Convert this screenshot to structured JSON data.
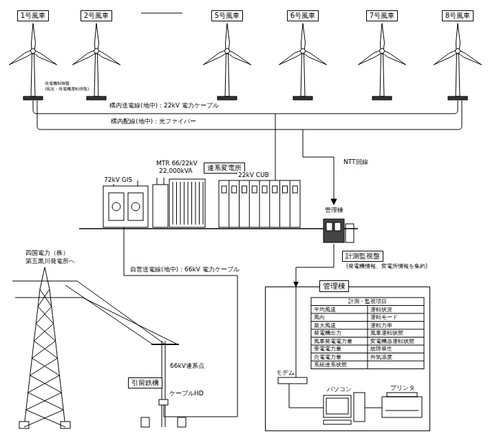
{
  "diagram": {
    "nodes": [
      {
        "text": [
          "1号風車"
        ]
      },
      {
        "text": [
          "2号風車"
        ]
      },
      {
        "text": [
          "5号風車"
        ]
      },
      {
        "text": [
          "6号風車"
        ]
      },
      {
        "text": [
          "7号風車"
        ]
      },
      {
        "text": [
          "8号風車"
        ]
      },
      {
        "text": [
          "連系変電所"
        ]
      },
      {
        "text": [
          "管理棟"
        ]
      },
      {
        "text": [
          "計測監視盤",
          "(発電機情報、変電所情報を集約)"
        ]
      },
      {
        "text": [
          "管理棟"
        ]
      },
      {
        "text": [
          "引留鉄構"
        ]
      }
    ],
    "edges": [
      {
        "from": 7,
        "to": 9,
        "arrow": "to"
      }
    ],
    "labels": [
      "発電機制御盤",
      "(風況・発電機運転情報)",
      "構内送電線(地中)：22kV 電力ケーブル",
      "構内配線(地中)：光ファイバー",
      "NTT回線",
      "72kV GIS",
      "MTR 66/22kV",
      "22,000kVA",
      "22kV CUB",
      "自営送電線(地中)：66kV 電力ケーブル",
      "四国電力（株）",
      "第五黒川発電所へ",
      "66kV連系点",
      "ケーブルHD",
      "計測・監視項目",
      "平均風速",
      "運転状況",
      "風向",
      "運転モード",
      "最大風速",
      "運転力率",
      "発電機出力",
      "風車運転状態",
      "風車発電電力量",
      "変電機器運転状態",
      "受電電力量",
      "故障発生",
      "売電電力量",
      "外気温度",
      "系統連系状態",
      "モデム",
      "パソコン",
      "プリンタ"
    ]
  }
}
